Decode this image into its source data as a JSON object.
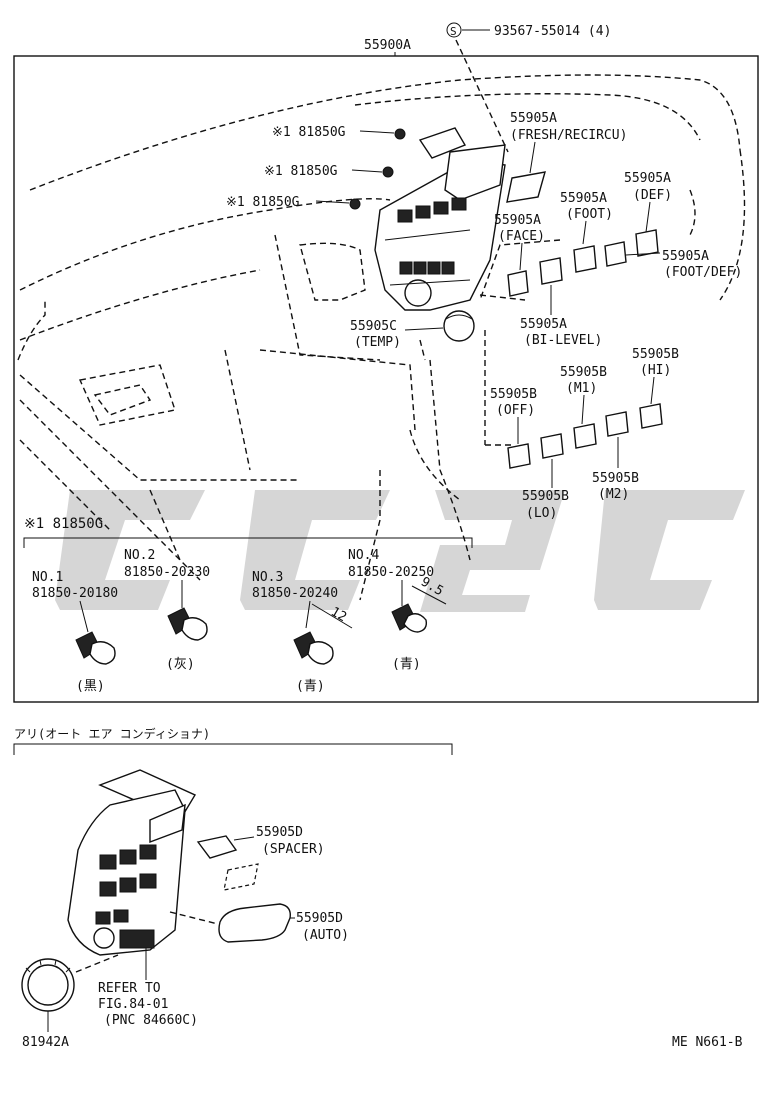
{
  "main_assembly": "55900A",
  "screw": {
    "symbol": "S",
    "part": "93567-55014 (4)"
  },
  "bulb_label_1": "※1 81850G",
  "bulb_label_2": "※1 81850G",
  "bulb_label_3": "※1 81850G",
  "knobs_a": {
    "fresh_recirc": {
      "part": "55905A",
      "desc": "(FRESH/RECIRCU)"
    },
    "foot": {
      "part": "55905A",
      "desc": "(FOOT)"
    },
    "def": {
      "part": "55905A",
      "desc": "(DEF)"
    },
    "face": {
      "part": "55905A",
      "desc": "(FACE)"
    },
    "foot_def": {
      "part": "55905A",
      "desc": "(FOOT/DEF)"
    },
    "bi_level": {
      "part": "55905A",
      "desc": "(BI-LEVEL)"
    }
  },
  "temp_knob": {
    "part": "55905C",
    "desc": "(TEMP)"
  },
  "fan_buttons": {
    "hi": {
      "part": "55905B",
      "desc": "(HI)"
    },
    "m1": {
      "part": "55905B",
      "desc": "(M1)"
    },
    "off": {
      "part": "55905B",
      "desc": "(OFF)"
    },
    "m2": {
      "part": "55905B",
      "desc": "(M2)"
    },
    "lo": {
      "part": "55905B",
      "desc": "(LO)"
    }
  },
  "bulb_section": {
    "header": "※1 81850G",
    "bulbs": [
      {
        "no": "NO.1",
        "part": "81850-20180",
        "color": "(黒)"
      },
      {
        "no": "NO.2",
        "part": "81850-20230",
        "color": "(灰)"
      },
      {
        "no": "NO.3",
        "part": "81850-20240",
        "color": "(青)"
      },
      {
        "no": "NO.4",
        "part": "81850-20250",
        "color": "(青)"
      }
    ],
    "dim_12": "12",
    "dim_95": "9.5"
  },
  "auto_section": {
    "header": "アリ(オート エア コンディショナ)",
    "spacer": {
      "part": "55905D",
      "desc": "(SPACER)"
    },
    "auto": {
      "part": "55905D",
      "desc": "(AUTO)"
    },
    "refer": [
      "REFER TO",
      "FIG.84-01",
      "(PNC 84660C)"
    ],
    "knob_part": "81942A"
  },
  "figure_code": "ME N661-B"
}
